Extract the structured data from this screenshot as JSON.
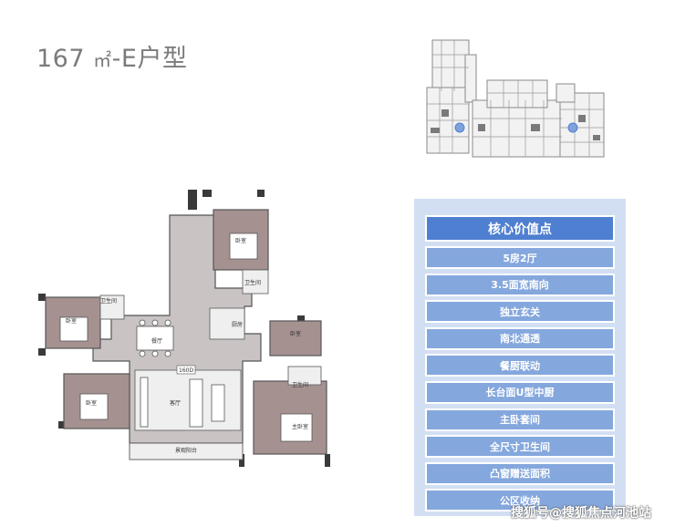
{
  "title": {
    "main": "167",
    "unit": "㎡",
    "suffix": "-E户型"
  },
  "floor_plan": {
    "rooms": {
      "bedroom_top": "卧室",
      "bath_top": "卫生间",
      "kitchen": "厨房",
      "bath_left": "卫生间",
      "bedroom_left_upper": "卧室",
      "dining": "餐厅",
      "bedroom_right_small": "卧室",
      "bath_right": "卫生间",
      "bedroom_left_lower": "卧室",
      "living": "客厅",
      "master_bedroom": "主卧室",
      "balcony": "景观阳台"
    },
    "dimension_label": "160D"
  },
  "panel": {
    "header": "核心价值点",
    "features": [
      "5房2厅",
      "3.5面宽南向",
      "独立玄关",
      "南北通透",
      "餐厨联动",
      "长台面U型中厨",
      "主卧套间",
      "全尺寸卫生间",
      "凸窗赠送面积",
      "公区收纳"
    ],
    "colors": {
      "background": "#d2dff3",
      "header": "#4f7fd0",
      "feature": "#84a7dd"
    }
  },
  "watermark": "搜狐号@搜狐焦点河池站"
}
